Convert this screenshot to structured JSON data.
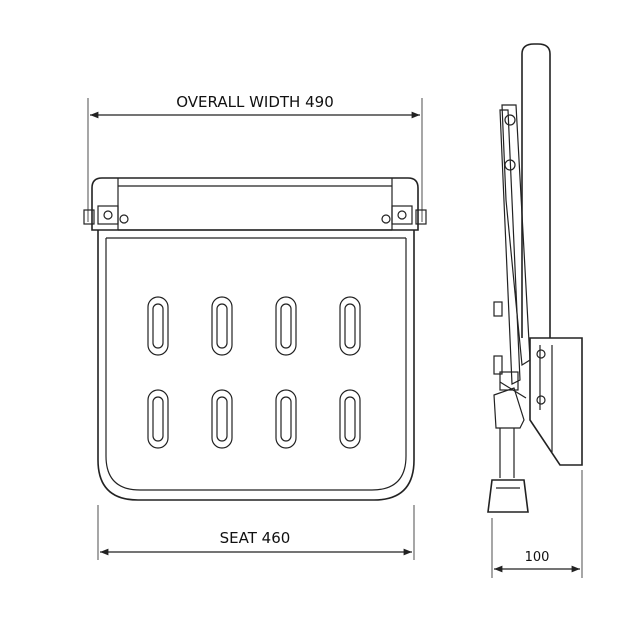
{
  "dimensions": {
    "overall_width": "OVERALL WIDTH 490",
    "seat": "SEAT 460",
    "depth": "100"
  },
  "slots": {
    "rows": 2,
    "columns": 4
  }
}
